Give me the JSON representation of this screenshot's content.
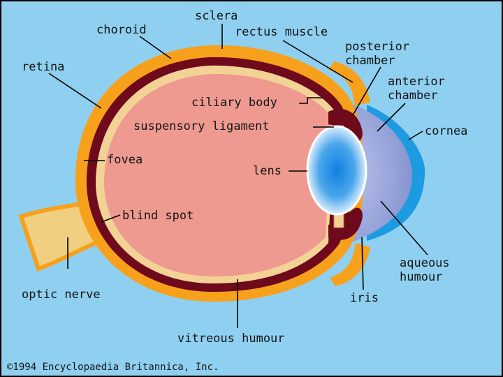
{
  "labels": {
    "sclera": "sclera",
    "choroid": "choroid",
    "rectus_muscle": "rectus muscle",
    "retina": "retina",
    "posterior_chamber_1": "posterior",
    "posterior_chamber_2": "chamber",
    "anterior_chamber_1": "anterior",
    "anterior_chamber_2": "chamber",
    "ciliary_body": "ciliary body",
    "suspensory_ligament": "suspensory ligament",
    "cornea": "cornea",
    "fovea": "fovea",
    "lens": "lens",
    "blind_spot": "blind spot",
    "aqueous_humour_1": "aqueous",
    "aqueous_humour_2": "humour",
    "optic_nerve": "optic nerve",
    "iris": "iris",
    "vitreous_humour": "vitreous humour"
  },
  "copyright": "©1994 Encyclopaedia Britannica, Inc.",
  "colors": {
    "background": "#8fd0f0",
    "sclera": "#f7a01c",
    "choroid": "#6e0a1c",
    "retina": "#f3d296",
    "vitreous": "#ee9a90",
    "cornea": "#1d9be0",
    "aqueous": "#9aa6dc",
    "lens": "#2f8fe0",
    "optic_nerve": "#f0cf80"
  }
}
